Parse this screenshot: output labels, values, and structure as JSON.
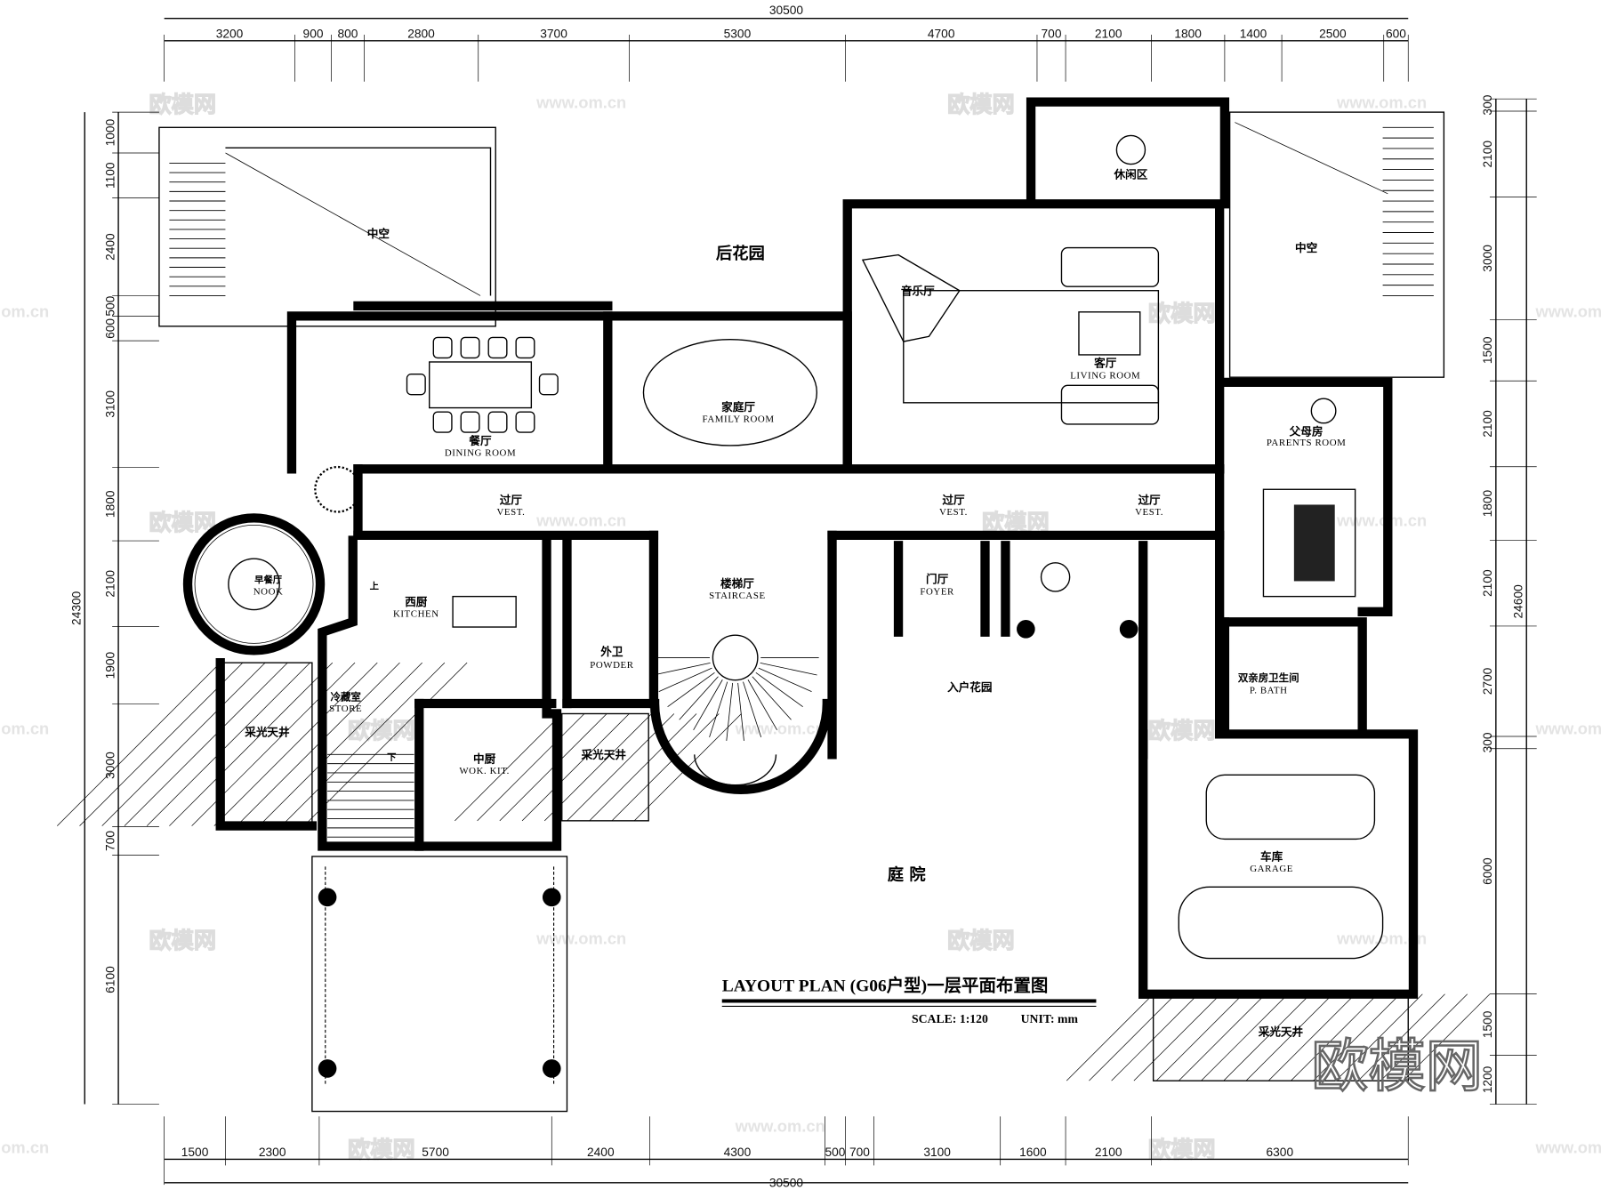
{
  "title": {
    "main": "LAYOUT   PLAN  (G06户型)一层平面布置图",
    "scale": "SCALE: 1:120",
    "unit": "UNIT: mm"
  },
  "dimensions": {
    "top_total": "30500",
    "top": [
      3200,
      900,
      800,
      2800,
      3700,
      5300,
      4700,
      700,
      2100,
      1800,
      1400,
      2500,
      600
    ],
    "bottom_total": "30500",
    "bottom": [
      1500,
      2300,
      5700,
      2400,
      4300,
      500,
      700,
      3100,
      1600,
      2100,
      6300
    ],
    "left_total": "24300",
    "left": [
      1000,
      1100,
      2400,
      500,
      600,
      3100,
      1800,
      2100,
      1900,
      3000,
      700,
      6100
    ],
    "right_total": "24600",
    "right": [
      300,
      2100,
      3000,
      1500,
      2100,
      1800,
      2100,
      2700,
      300,
      6000,
      1500,
      1200
    ]
  },
  "rooms": {
    "void_left": {
      "zh": "中空"
    },
    "back_garden": {
      "zh": "后花园"
    },
    "leisure": {
      "zh": "休闲区"
    },
    "void_right": {
      "zh": "中空"
    },
    "music": {
      "zh": "音乐厅"
    },
    "living": {
      "zh": "客厅",
      "en": "LIVING  ROOM"
    },
    "dining": {
      "zh": "餐厅",
      "en": "DINING  ROOM"
    },
    "family": {
      "zh": "家庭厅",
      "en": "FAMILY  ROOM"
    },
    "parents": {
      "zh": "父母房",
      "en": "PARENTS  ROOM"
    },
    "vest1": {
      "zh": "过厅",
      "en": "VEST."
    },
    "vest2": {
      "zh": "过厅",
      "en": "VEST."
    },
    "vest3": {
      "zh": "过厅",
      "en": "VEST."
    },
    "nook": {
      "zh": "早餐厅",
      "en": "NOOK"
    },
    "kitchen": {
      "zh": "西厨",
      "en": "KITCHEN"
    },
    "staircase": {
      "zh": "楼梯厅",
      "en": "STAIRCASE"
    },
    "foyer": {
      "zh": "门厅",
      "en": "FOYER"
    },
    "powder": {
      "zh": "外卫",
      "en": "POWDER"
    },
    "store": {
      "zh": "冷藏室",
      "en": "STORE"
    },
    "entry_garden": {
      "zh": "入户花园"
    },
    "pbath": {
      "zh": "双亲房卫生间",
      "en": "P.  BATH"
    },
    "lightwell1": {
      "zh": "采光天井"
    },
    "lightwell2": {
      "zh": "采光天井"
    },
    "lightwell3": {
      "zh": "采光天井"
    },
    "wok": {
      "zh": "中厨",
      "en": "WOK.  KIT."
    },
    "garage": {
      "zh": "车库",
      "en": "GARAGE"
    },
    "courtyard": {
      "zh": "庭  院"
    }
  },
  "stair_marks": {
    "up": "上",
    "down": "下"
  },
  "watermark": {
    "logo": "欧模网",
    "url": "www.om.cn",
    "url_partial": "om.cn"
  }
}
